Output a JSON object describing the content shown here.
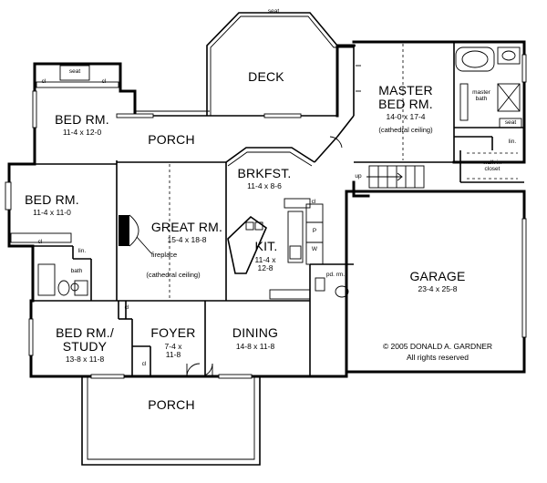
{
  "rooms": {
    "deck": {
      "name": "DECK",
      "seat": "seat"
    },
    "master": {
      "line1": "MASTER",
      "line2": "BED RM.",
      "dims": "14-0 x 17-4",
      "note": "(cathedral ceiling)"
    },
    "master_bath": {
      "line1": "master",
      "line2": "bath"
    },
    "master_seat": "seat",
    "master_lin": "lin.",
    "walkin": {
      "line1": "walk-in",
      "line2": "closet"
    },
    "bed1": {
      "name": "BED RM.",
      "dims": "11-4 x 12-0",
      "seat": "seat",
      "cl_left": "cl",
      "cl_right": "cl"
    },
    "bed2": {
      "name": "BED RM.",
      "dims": "11-4 x 11-0",
      "cl": "cl"
    },
    "lin": "lin.",
    "bath": "bath",
    "porch_rear": "PORCH",
    "brkfst": {
      "name": "BRKFST.",
      "dims": "11-4 x 8-6"
    },
    "up": "up",
    "great": {
      "name": "GREAT RM.",
      "dims": "15-4 x 18-8",
      "fireplace": "fireplace",
      "note": "(cathedral ceiling)"
    },
    "kit": {
      "name": "KIT.",
      "dims1": "11-4 x",
      "dims2": "12-8",
      "cl": "cl",
      "p": "P",
      "w": "W"
    },
    "pdrm": "pd. rm.",
    "garage": {
      "name": "GARAGE",
      "dims": "23-4 x 25-8",
      "copyright": "© 2005 DONALD A. GARDNER",
      "rights": "All rights reserved"
    },
    "study": {
      "line1": "BED RM./",
      "line2": "STUDY",
      "dims": "13-8 x 11-8"
    },
    "foyer": {
      "name": "FOYER",
      "dims1": "7-4 x",
      "dims2": "11-8",
      "cl": "cl",
      "cl2": "cl"
    },
    "dining": {
      "name": "DINING",
      "dims": "14-8 x 11-8"
    },
    "porch_front": "PORCH"
  }
}
